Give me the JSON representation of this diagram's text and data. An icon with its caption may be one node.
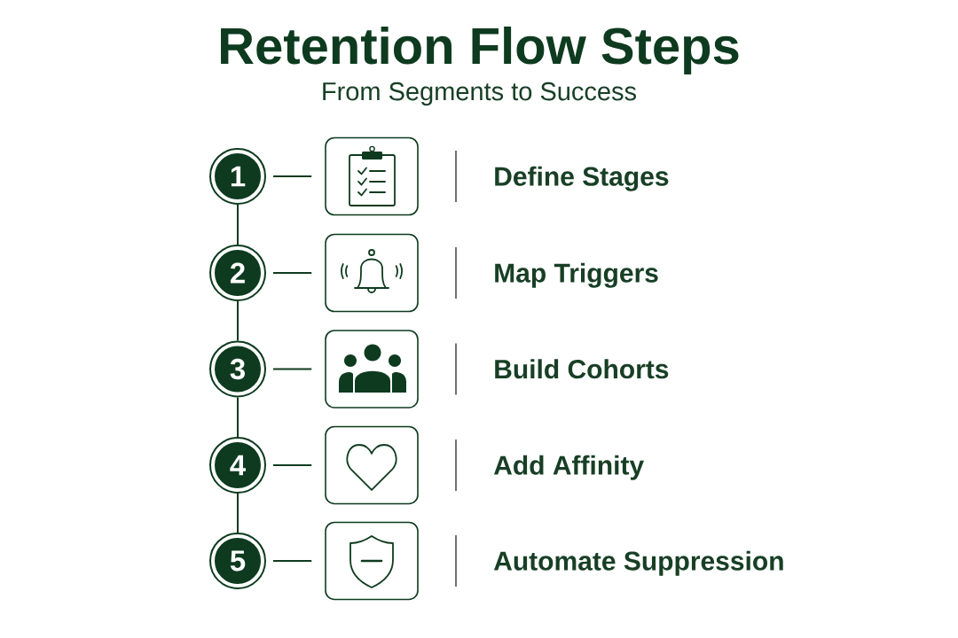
{
  "diagram": {
    "title": "Retention Flow Steps",
    "nodes": [
      {
        "text": [
          "1"
        ]
      },
      {
        "text": [],
        "shape": "box",
        "beside": [
          "Define Stages"
        ]
      },
      {
        "text": [
          "2"
        ]
      },
      {
        "text": [],
        "shape": "box",
        "beside": [
          "Map Triggers"
        ]
      },
      {
        "text": [
          "3"
        ]
      },
      {
        "text": [],
        "shape": "box",
        "beside": [
          "Build Cohorts"
        ]
      },
      {
        "text": [
          "4"
        ]
      },
      {
        "text": [],
        "shape": "box",
        "beside": [
          "Add Affinity"
        ]
      },
      {
        "text": [
          "5"
        ]
      },
      {
        "text": [],
        "shape": "box",
        "beside": [
          "Automate Suppression"
        ]
      }
    ],
    "edges": [
      {
        "from": 0,
        "to": 1,
        "arrow": "none"
      },
      {
        "from": 0,
        "to": 2,
        "arrow": "none"
      },
      {
        "from": 2,
        "to": 3,
        "arrow": "none"
      },
      {
        "from": 2,
        "to": 4,
        "arrow": "none"
      },
      {
        "from": 4,
        "to": 5,
        "arrow": "none"
      },
      {
        "from": 4,
        "to": 6,
        "arrow": "none"
      },
      {
        "from": 6,
        "to": 7,
        "arrow": "none"
      },
      {
        "from": 6,
        "to": 8,
        "arrow": "none"
      },
      {
        "from": 8,
        "to": 9,
        "arrow": "none"
      }
    ],
    "labels": [
      "From Segments to Success"
    ]
  }
}
